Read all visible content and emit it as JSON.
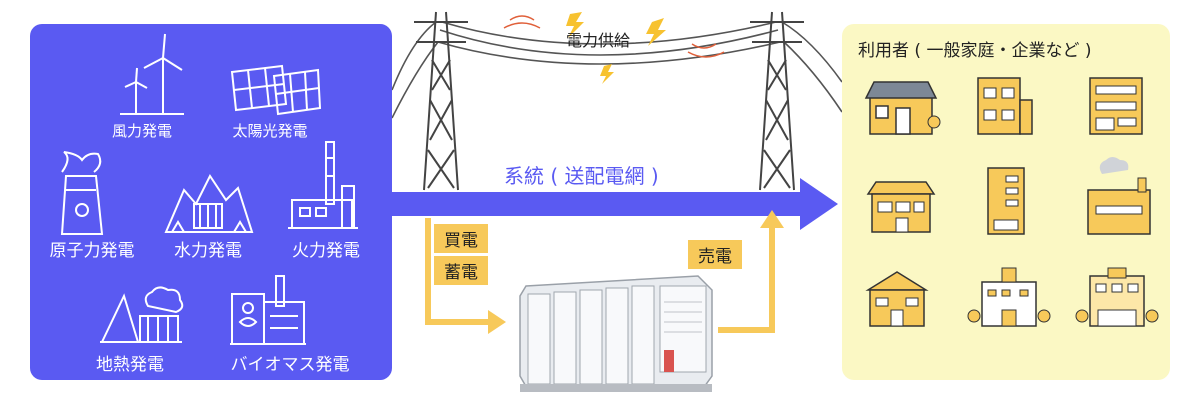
{
  "generation": {
    "wind": "風力発電",
    "solar": "太陽光発電",
    "nuclear": "原子力発電",
    "hydro": "水力発電",
    "thermal": "火力発電",
    "geothermal": "地熱発電",
    "biomass": "バイオマス発電"
  },
  "transmission": {
    "supply_label": "電力供給",
    "grid_label": "系統 ( 送配電網 )"
  },
  "storage": {
    "buy_label": "買電",
    "store_label": "蓄電",
    "sell_label": "売電"
  },
  "users": {
    "title": "利用者 ( 一般家庭・企業など )"
  },
  "colors": {
    "generation_panel": "#5a5af2",
    "users_panel": "#fbf8c4",
    "grid_arrow": "#5a5af2",
    "storage_arrow": "#f7c95a",
    "building": "#f7c95a"
  }
}
